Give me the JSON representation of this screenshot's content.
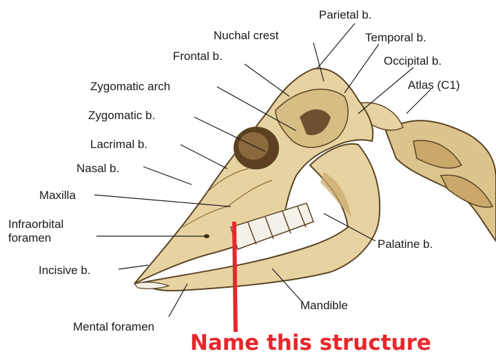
{
  "labels": {
    "parietal": "Parietal b.",
    "nuchal_crest": "Nuchal crest",
    "temporal": "Temporal b.",
    "frontal": "Frontal b.",
    "occipital": "Occipital b.",
    "atlas": "Atlas (C1)",
    "zygomatic_arch": "Zygomatic arch",
    "zygomatic": "Zygomatic b.",
    "lacrimal": "Lacrimal b.",
    "nasal": "Nasal b.",
    "maxilla": "Maxilla",
    "infraorbital_1": "Infraorbital",
    "infraorbital_2": "foramen",
    "palatine": "Palatine b.",
    "incisive": "Incisive b.",
    "mandible": "Mandible",
    "mental_foramen": "Mental foramen"
  },
  "caption": "Name this structure",
  "colors": {
    "bone": "#e7d3a1",
    "bone_shade": "#c9a86a",
    "outline": "#5a4424",
    "pointer": "#e8272d",
    "leader": "#1a1a1a"
  }
}
